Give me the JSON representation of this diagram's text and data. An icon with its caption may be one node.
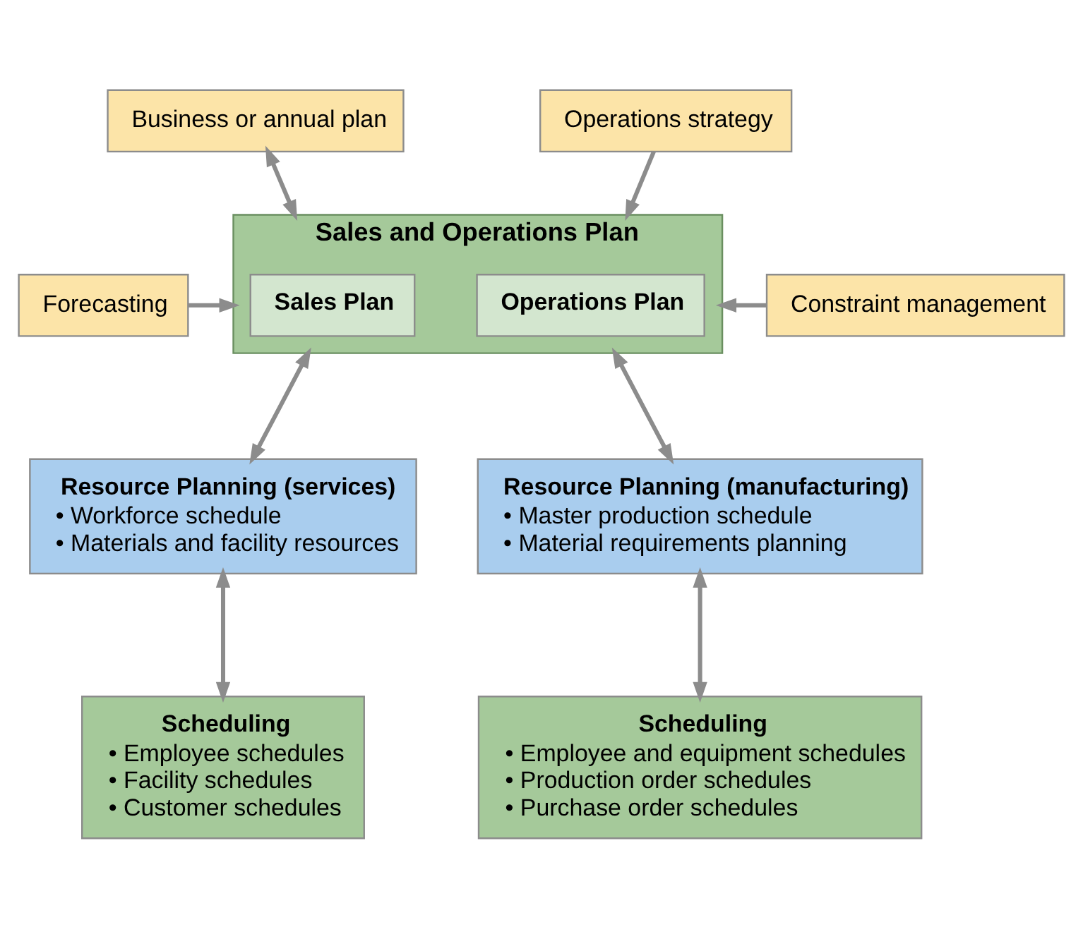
{
  "diagram": {
    "nodes": [
      {
        "text": [
          "Business or annual plan"
        ]
      },
      {
        "text": [
          "Operations strategy"
        ]
      },
      {
        "text": [
          "Forecasting"
        ]
      },
      {
        "text": [
          "Sales and Operations Plan"
        ]
      },
      {
        "text": [
          "Sales Plan"
        ],
        "in": 3
      },
      {
        "text": [
          "Operations Plan"
        ],
        "in": 3
      },
      {
        "text": [
          "Constraint management"
        ]
      },
      {
        "text": [
          "Resource Planning (services)",
          "• Workforce schedule",
          "• Materials and facility resources"
        ]
      },
      {
        "text": [
          "Resource Planning (manufacturing)",
          "• Master production schedule",
          "• Material requirements planning"
        ]
      },
      {
        "text": [
          "Scheduling",
          "• Employee schedules",
          "• Facility schedules",
          "• Customer schedules"
        ]
      },
      {
        "text": [
          "Scheduling",
          "• Employee and equipment schedules",
          "• Production order schedules",
          "• Purchase order schedules"
        ]
      }
    ],
    "edges": [
      {
        "from": 0,
        "to": 3,
        "arrow": "both"
      },
      {
        "from": 1,
        "to": 3,
        "arrow": "to"
      },
      {
        "from": 2,
        "to": 3,
        "arrow": "to"
      },
      {
        "from": 6,
        "to": 3,
        "arrow": "to"
      },
      {
        "from": 3,
        "to": 7,
        "arrow": "both"
      },
      {
        "from": 3,
        "to": 8,
        "arrow": "both"
      },
      {
        "from": 7,
        "to": 9,
        "arrow": "both"
      },
      {
        "from": 8,
        "to": 10,
        "arrow": "both"
      }
    ]
  }
}
